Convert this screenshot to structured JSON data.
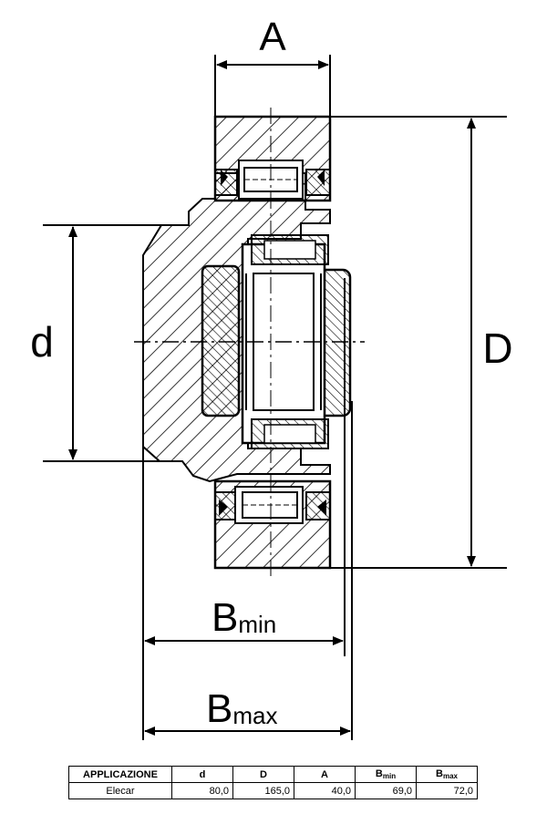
{
  "drawing": {
    "labels": {
      "A": "A",
      "D": "D",
      "d": "d",
      "B": "B",
      "min": "min",
      "max": "max"
    }
  },
  "table": {
    "headers": [
      {
        "main": "APPLICAZIONE",
        "sub": ""
      },
      {
        "main": "d",
        "sub": ""
      },
      {
        "main": "D",
        "sub": ""
      },
      {
        "main": "A",
        "sub": ""
      },
      {
        "main": "B",
        "sub": "min"
      },
      {
        "main": "B",
        "sub": "max"
      }
    ],
    "row": [
      "Elecar",
      "80,0",
      "165,0",
      "40,0",
      "69,0",
      "72,0"
    ]
  }
}
